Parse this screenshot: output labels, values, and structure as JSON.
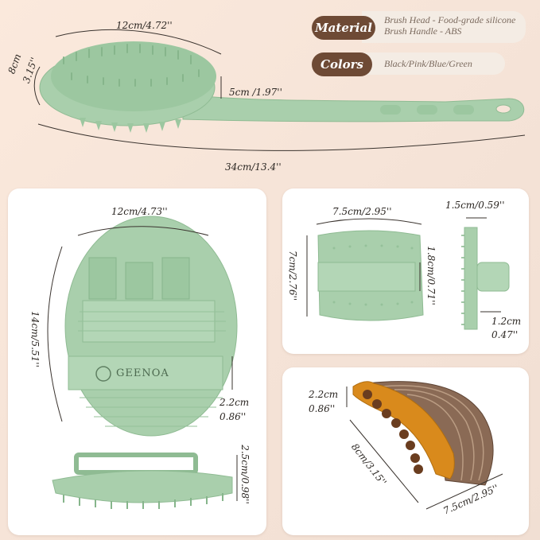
{
  "specs": {
    "material_label": "Material",
    "material_line1": "Brush Head - Food-grade silicone",
    "material_line2": "Brush Handle - ABS",
    "colors_label": "Colors",
    "colors_value": "Black/Pink/Blue/Green"
  },
  "long_brush": {
    "head_length": "12cm/4.72''",
    "head_width_cm": "8cm",
    "head_width_in": "3.15''",
    "handle_width": "5cm /1.97''",
    "total_length": "34cm/13.4''"
  },
  "palm_scrubber": {
    "width": "12cm/4.73''",
    "height": "14cm/5.51''",
    "strap_cm": "2.2cm",
    "strap_in": "0.86''",
    "brand": "GEENOA",
    "side_height": "2.5cm/0.98''"
  },
  "square_scrubber": {
    "width": "7.5cm/2.95''",
    "height": "7cm/2.76''",
    "strap": "1.8cm/0.71''",
    "side_top": "1.5cm/0.59''",
    "side_bottom_cm": "1.2cm",
    "side_bottom_in": "0.47''"
  },
  "face_brush": {
    "top_cm": "2.2cm",
    "top_in": "0.86''",
    "left": "8cm/3.15''",
    "bottom": "7.5cm/2.95''"
  },
  "colors": {
    "silicone_green": "#a9cfac",
    "silicone_dark": "#8fbb93",
    "pill_brown": "#6e4a35",
    "bristle_amber": "#d98a1c",
    "wood_brown": "#8a6a55"
  }
}
